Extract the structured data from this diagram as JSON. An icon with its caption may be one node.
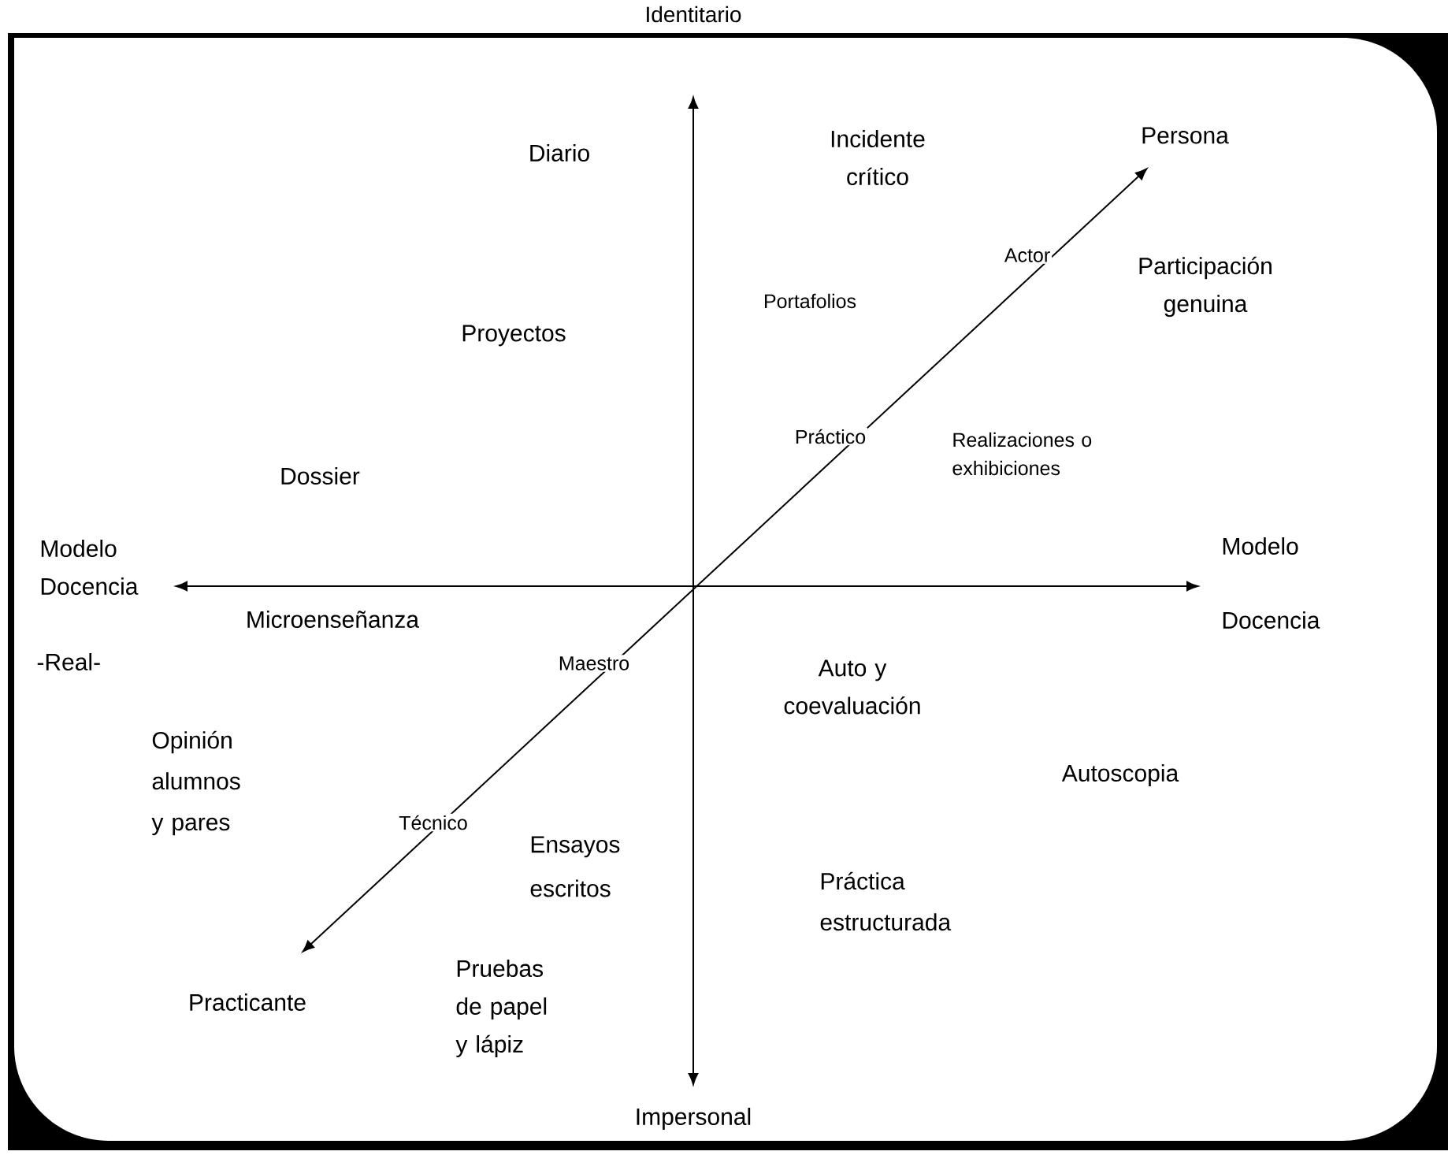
{
  "diagram": {
    "labels": [
      "Identitario",
      "Diario",
      "Incidente crítico",
      "Persona",
      "Actor",
      "Portafolios",
      "Participación genuina",
      "Proyectos",
      "Práctico",
      "Realizaciones o exhibiciones",
      "Dossier",
      "Modelo Docencia",
      "Modelo Docencia",
      "Microenseñanza",
      "-Real-",
      "Maestro",
      "Auto y coevaluación",
      "Autoscopia",
      "Opinión alumnos y pares",
      "Técnico",
      "Ensayos escritos",
      "Práctica estructurada",
      "Practicante",
      "Pruebas de papel y lápiz",
      "Impersonal"
    ]
  }
}
